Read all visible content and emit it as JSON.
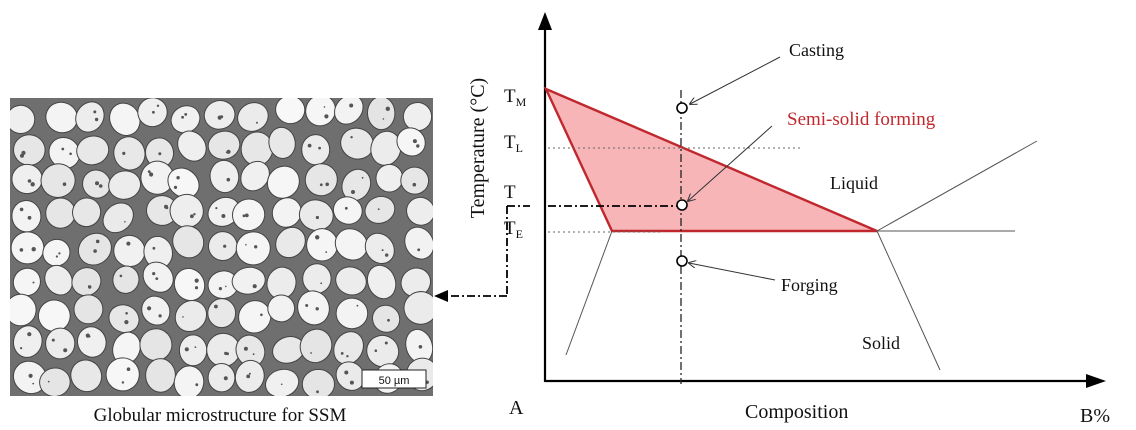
{
  "micrograph": {
    "scale_bar_label": "50 µm",
    "caption": "Globular microstructure for SSM"
  },
  "diagram": {
    "axes": {
      "y_label": "Temperature (°C)",
      "x_label": "Composition",
      "origin_label": "A",
      "end_label": "B%"
    },
    "temperature_labels": [
      {
        "main": "T",
        "sub": "M"
      },
      {
        "main": "T",
        "sub": "L"
      },
      {
        "main": "T",
        "sub": ""
      },
      {
        "main": "T",
        "sub": "E"
      }
    ],
    "region_labels": {
      "liquid": "Liquid",
      "solid": "Solid"
    },
    "annotations": {
      "casting": "Casting",
      "semi_solid": "Semi-solid forming",
      "forging": "Forging"
    },
    "colors": {
      "semi_solid_fill": "#f7b5b8",
      "semi_solid_edge": "#c0282e",
      "semi_solid_text": "#c0282e"
    }
  }
}
